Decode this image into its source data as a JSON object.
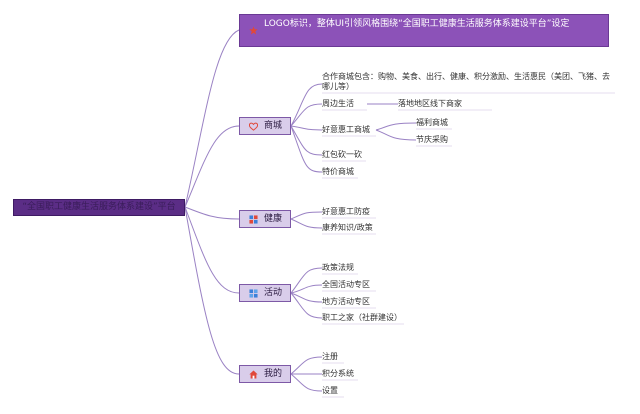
{
  "root": {
    "label": "“全国职工健康生活服务体系建设”平台"
  },
  "logo_note": "LOGO标识，整体UI引领风格围绕“全国职工健康生活服务体系建设平台”设定",
  "branches": [
    {
      "label": "商城",
      "icon": "heart-icon",
      "items": [
        {
          "label": "合作商城包含：购物、美食、出行、健康、积分激励、生活惠民（美团、飞猪、去哪儿等）"
        },
        {
          "label": "周边生活",
          "children": [
            "落地地区线下商家"
          ]
        },
        {
          "label": "好意惠工商城",
          "children": [
            "福利商城",
            "节庆采购"
          ]
        },
        {
          "label": "红包砍一砍"
        },
        {
          "label": "特价商城"
        }
      ]
    },
    {
      "label": "健康",
      "icon": "health-icon",
      "items": [
        {
          "label": "好意惠工防疫"
        },
        {
          "label": "康养知识/政策"
        }
      ]
    },
    {
      "label": "活动",
      "icon": "activity-icon",
      "items": [
        {
          "label": "政策法规"
        },
        {
          "label": "全国活动专区"
        },
        {
          "label": "地方活动专区"
        },
        {
          "label": "职工之家（社群建设）"
        }
      ]
    },
    {
      "label": "我的",
      "icon": "home-icon",
      "items": [
        {
          "label": "注册"
        },
        {
          "label": "积分系统"
        },
        {
          "label": "设置"
        }
      ]
    }
  ],
  "colors": {
    "line": "#9a82c4",
    "root_fill": "#5b2d86",
    "logo_fill": "#8c52b8",
    "branch_fill": "#d9cdea",
    "icon_red": "#e0483a",
    "icon_blue": "#3b7fd9"
  }
}
